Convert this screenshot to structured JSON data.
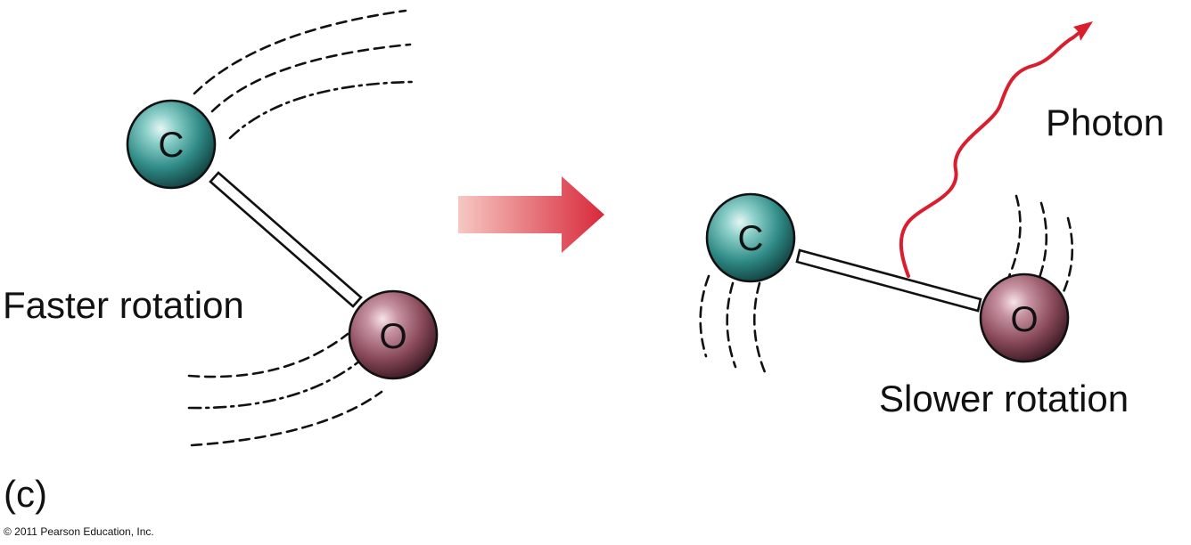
{
  "panel_label": "(c)",
  "copyright": "© 2011 Pearson Education, Inc.",
  "before": {
    "caption": "Faster rotation",
    "atom1": "C",
    "atom2": "O"
  },
  "after": {
    "caption": "Slower rotation",
    "atom1": "C",
    "atom2": "O",
    "emission_label": "Photon"
  },
  "colors": {
    "carbon": "#2f8a86",
    "oxygen": "#8a4a5a",
    "arrow": "#d8283a",
    "photon": "#d91e2e"
  }
}
